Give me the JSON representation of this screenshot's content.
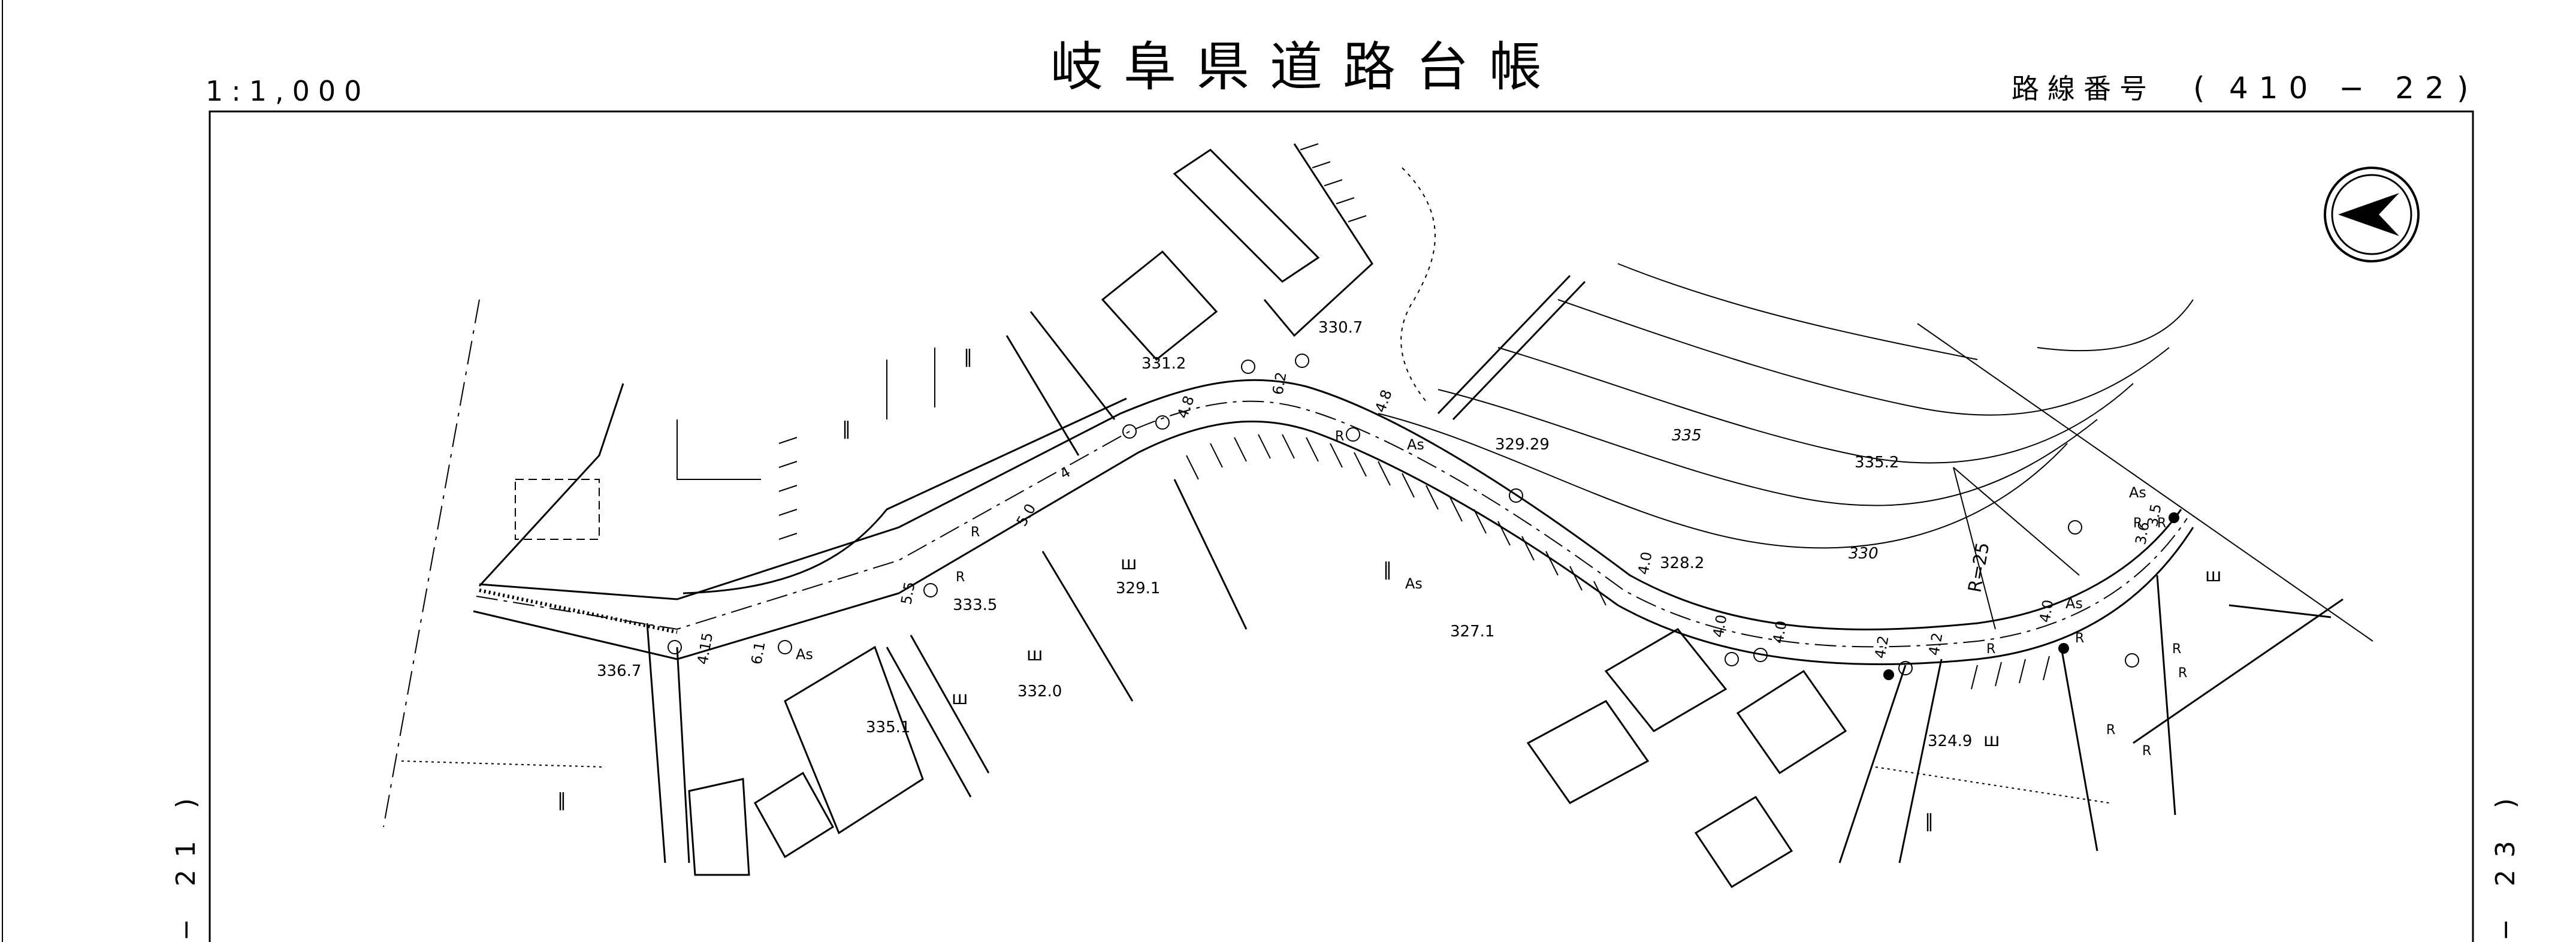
{
  "header": {
    "title": "岐阜県道路台帳",
    "scale": "1:1,000",
    "route_label": "路線番号",
    "route_open": "(",
    "route_number": "410 − 22",
    "route_close": ")"
  },
  "sheet_links": {
    "left": "− 21 )",
    "right": "− 23 )"
  },
  "elevations": {
    "e330_7": "330.7",
    "e331_2": "331.2",
    "e329_29": "329.29",
    "e335_2": "335.2",
    "e328_2": "328.2",
    "e329_1": "329.1",
    "e327_1": "327.1",
    "e333_5": "333.5",
    "e336_7": "336.7",
    "e332_0": "332.0",
    "e335_1": "335.1",
    "e324_9": "324.9"
  },
  "contours": {
    "c335": "335",
    "c330": "330"
  },
  "curve": {
    "radius": "R=25"
  },
  "widths": {
    "w6_2": "6.2",
    "w4_8a": "4.8",
    "w4_8b": "4.8",
    "w4": "4",
    "w5_0": "5.0",
    "w5_5": "5.5",
    "w4_15": "4.15",
    "w6_1": "6.1",
    "w4_0a": "4.0",
    "w4_0b": "4.0",
    "w4_0c": "4.0",
    "w4_2a": "4.2",
    "w4_2b": "4.2",
    "w4_0d": "4.0",
    "w3_6": "3.6",
    "w3_5": "3.5"
  },
  "pavement": {
    "as1": "As",
    "as2": "As",
    "as3": "As",
    "as4": "As",
    "as5": "As"
  },
  "curb": {
    "r1": "R",
    "r2": "R",
    "r3": "R",
    "r4": "R",
    "r5": "R",
    "r6": "R",
    "r7": "R",
    "r8": "R",
    "r9": "R",
    "r10": "R",
    "r11": "R"
  },
  "landuse": {
    "paddy": "‖",
    "field": "ш"
  }
}
